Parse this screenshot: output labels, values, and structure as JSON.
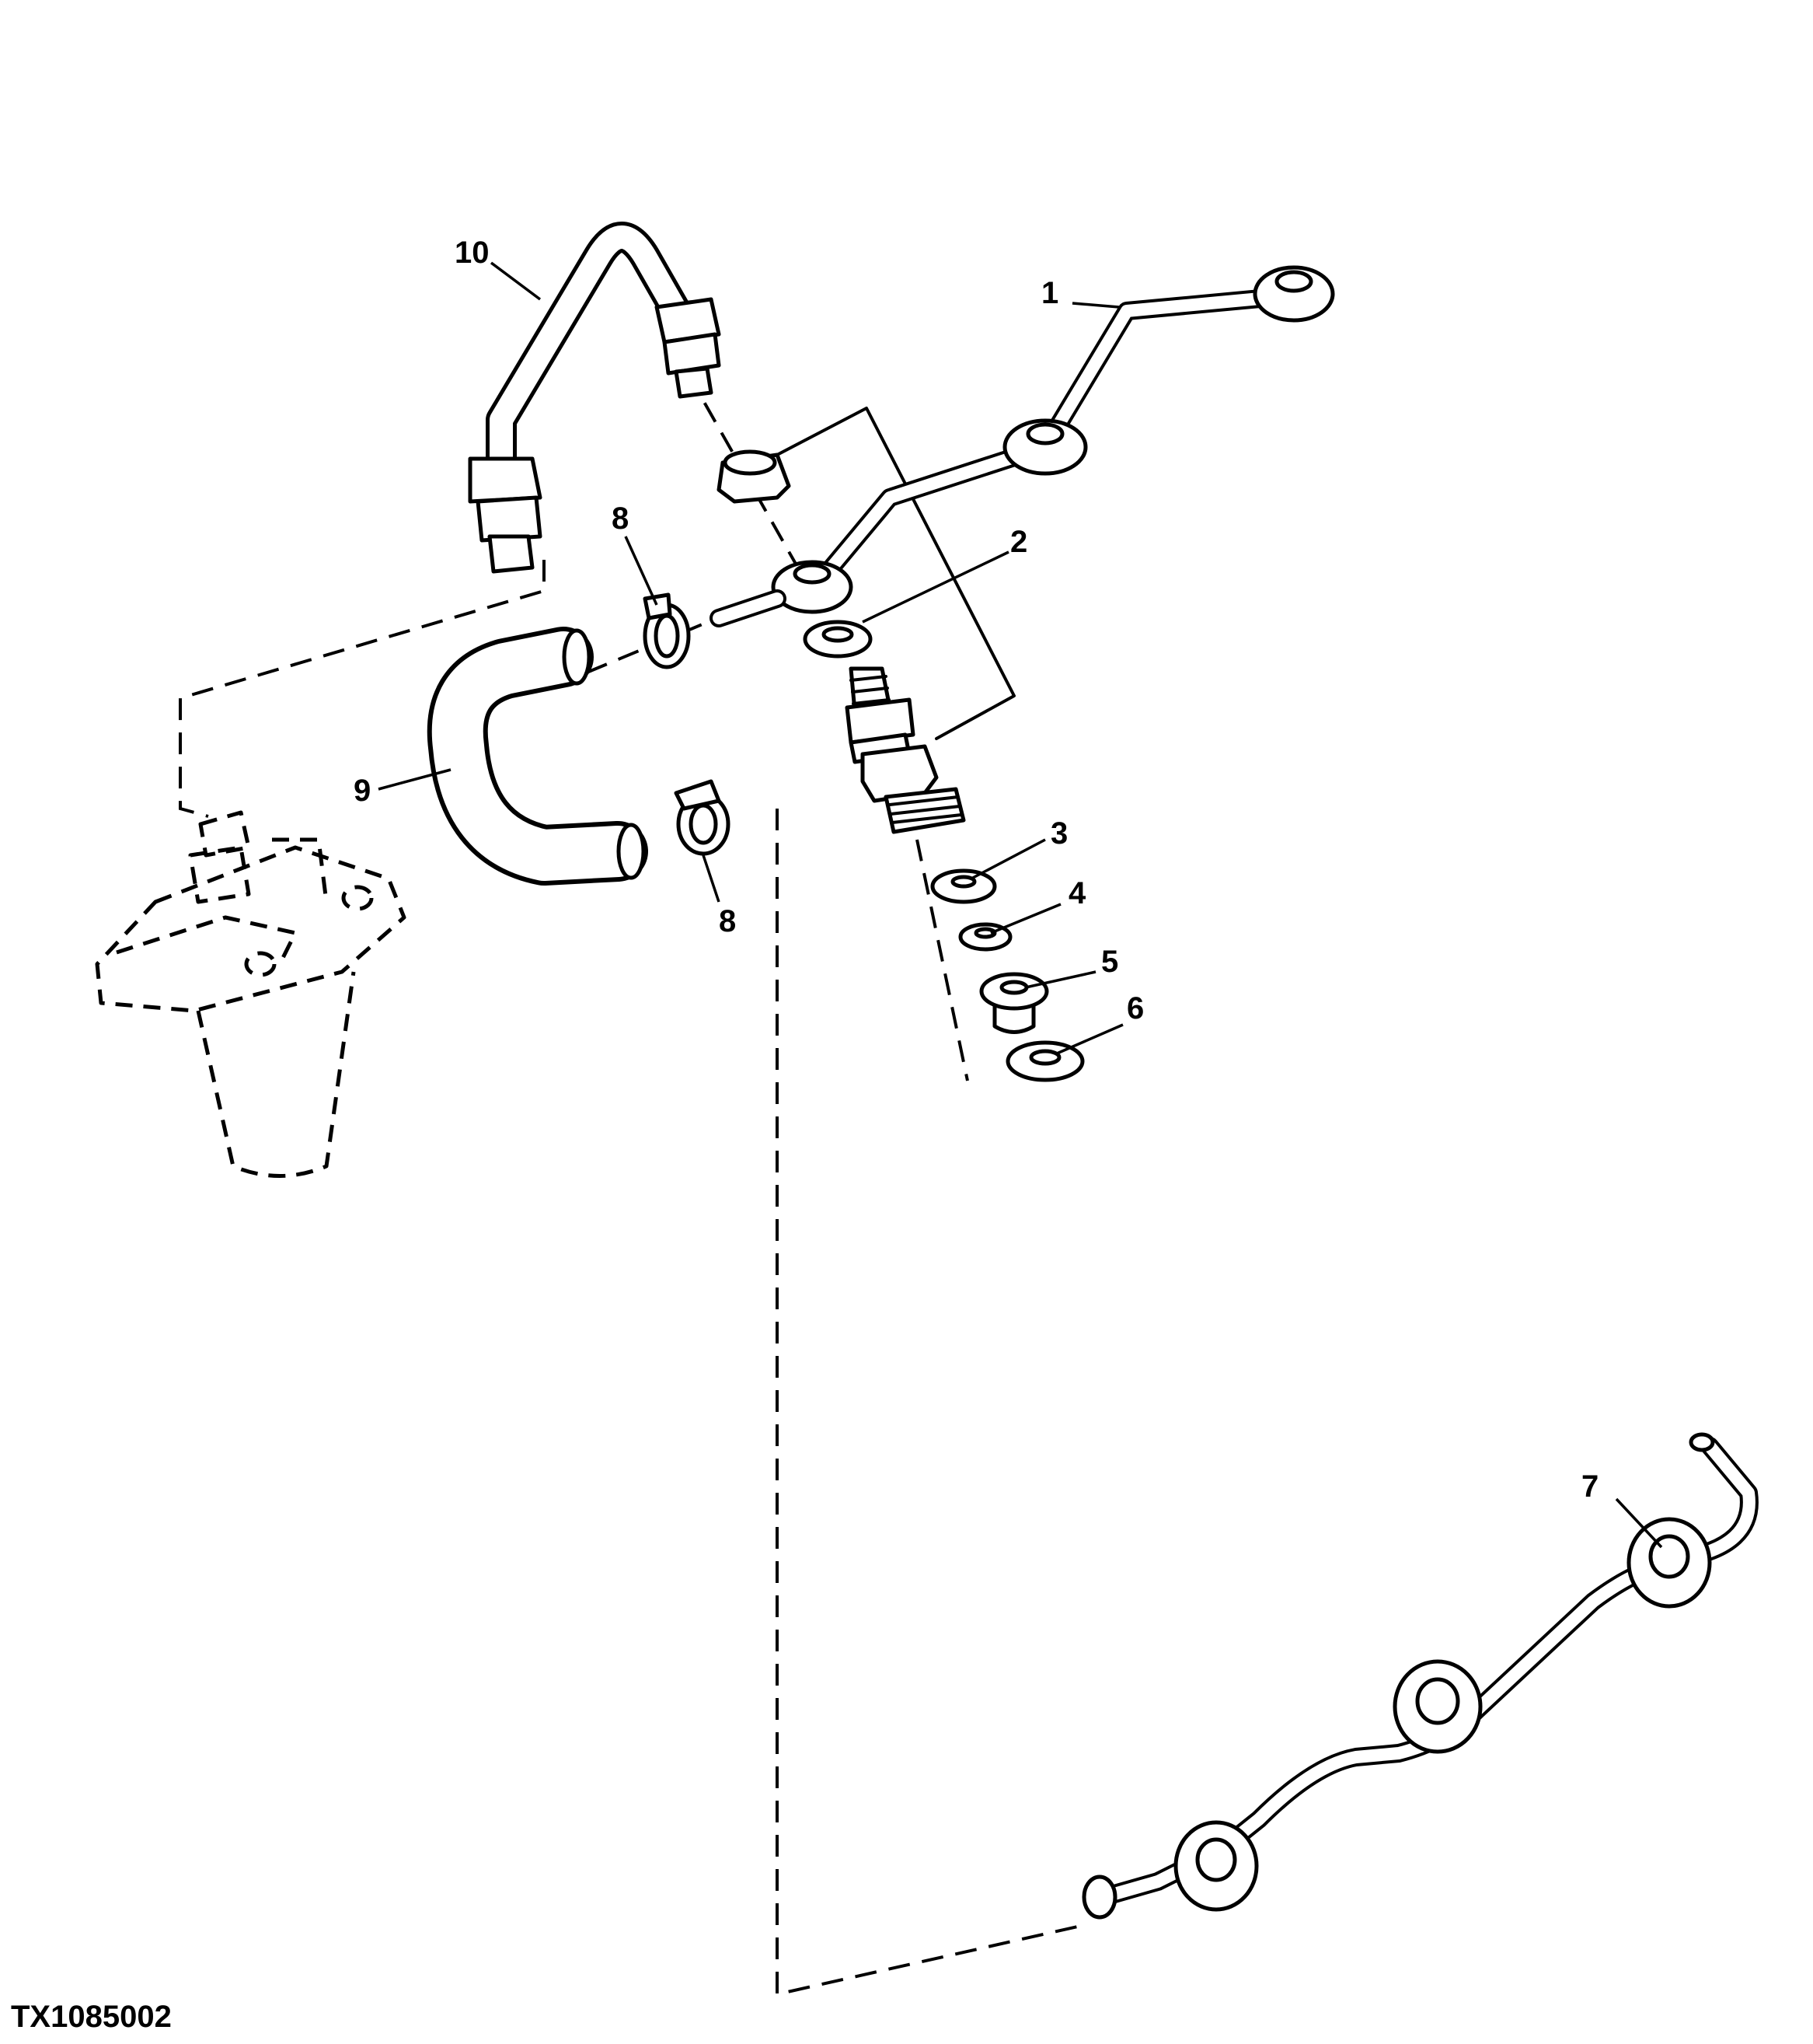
{
  "figure_id": "TX1085002",
  "callouts": {
    "c1": "1",
    "c2": "2",
    "c3": "3",
    "c4": "4",
    "c5": "5",
    "c6": "6",
    "c7": "7",
    "c8a": "8",
    "c8b": "8",
    "c9": "9",
    "c10": "10"
  }
}
